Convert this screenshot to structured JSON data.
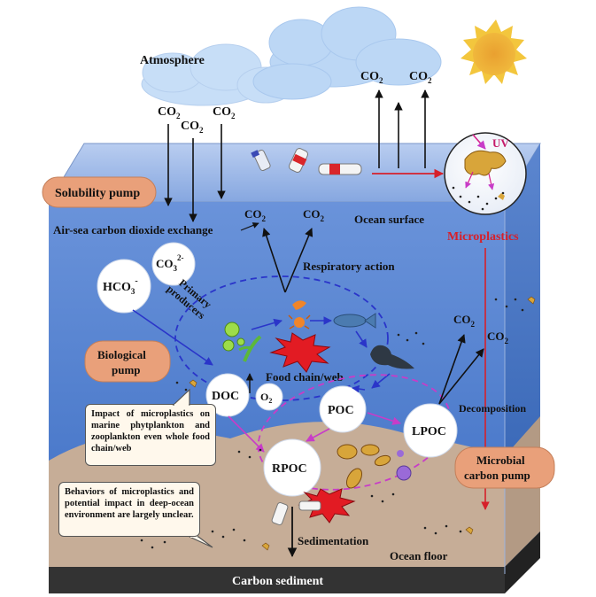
{
  "labels": {
    "atmosphere": "Atmosphere",
    "co2": "CO",
    "co2_sub": "2",
    "solubility_pump": "Solubility pump",
    "air_sea_exchange": "Air-sea carbon dioxide exchange",
    "ocean_surface": "Ocean surface",
    "microplastics": "Microplastics",
    "uv": "UV",
    "respiratory_action": "Respiratory action",
    "hco3": "HCO",
    "hco3_sub": "3",
    "hco3_sup": "-",
    "co3": "CO",
    "co3_sub": "3",
    "co3_sup": "2-",
    "primary_producers_1": "Primary",
    "primary_producers_2": "producers",
    "biological_pump_1": "Biological",
    "biological_pump_2": "pump",
    "food_chain": "Food chain/web",
    "doc": "DOC",
    "o2": "O",
    "o2_sub": "2",
    "poc": "POC",
    "lpoc": "LPOC",
    "rpoc": "RPOC",
    "decomposition": "Decomposition",
    "microbial_pump_1": "Microbial",
    "microbial_pump_2": "carbon pump",
    "sedimentation": "Sedimentation",
    "ocean_floor": "Ocean floor",
    "carbon_sediment": "Carbon sediment"
  },
  "notes": {
    "impact": "Impact of microplastics on marine phytplankton and zooplankton even whole food chain/web",
    "behaviors": "Behaviors of microplastics and potential impact in deep-ocean environment are largely unclear."
  },
  "colors": {
    "ocean_top": "#9eb9e6",
    "ocean_body": "#4f7fd0",
    "floor": "#c6ad97",
    "sediment": "#333333",
    "pump_badge": "#e9a07a",
    "microplastic_arrow": "#d6202a",
    "food_web_loop": "#2a35c9",
    "microbial_loop": "#c83cc8"
  }
}
